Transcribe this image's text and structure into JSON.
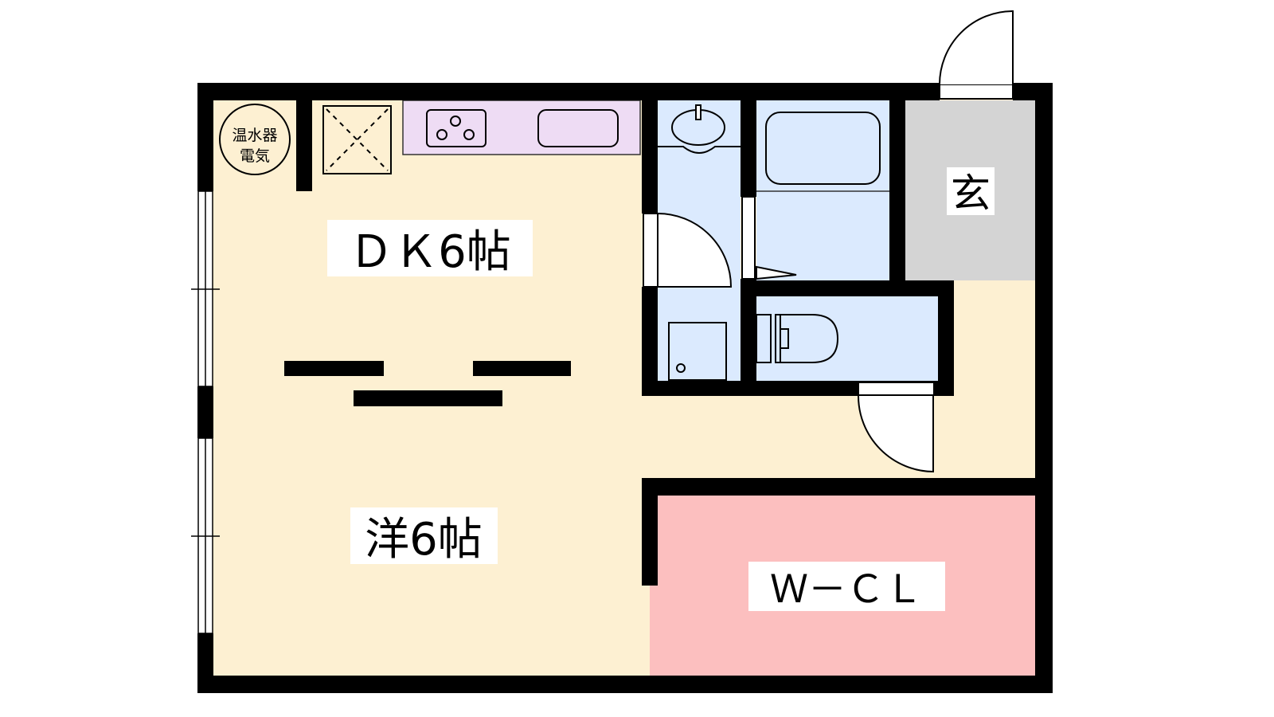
{
  "floor_plan": {
    "rooms": {
      "dk": {
        "label": "ＤＫ6帖"
      },
      "western": {
        "label": "洋6帖"
      },
      "wcl": {
        "label": "Ｗ－ＣＬ"
      },
      "entrance": {
        "label": "玄"
      }
    },
    "water_heater": {
      "line1": "温水器",
      "line2": "電気"
    },
    "colors": {
      "floor": "#fdf0d2",
      "kitchen": "#eedcf4",
      "wet_area": "#dbeafe",
      "entrance": "#d4d4d4",
      "closet": "#fcbfbf",
      "wall": "#000000"
    }
  }
}
